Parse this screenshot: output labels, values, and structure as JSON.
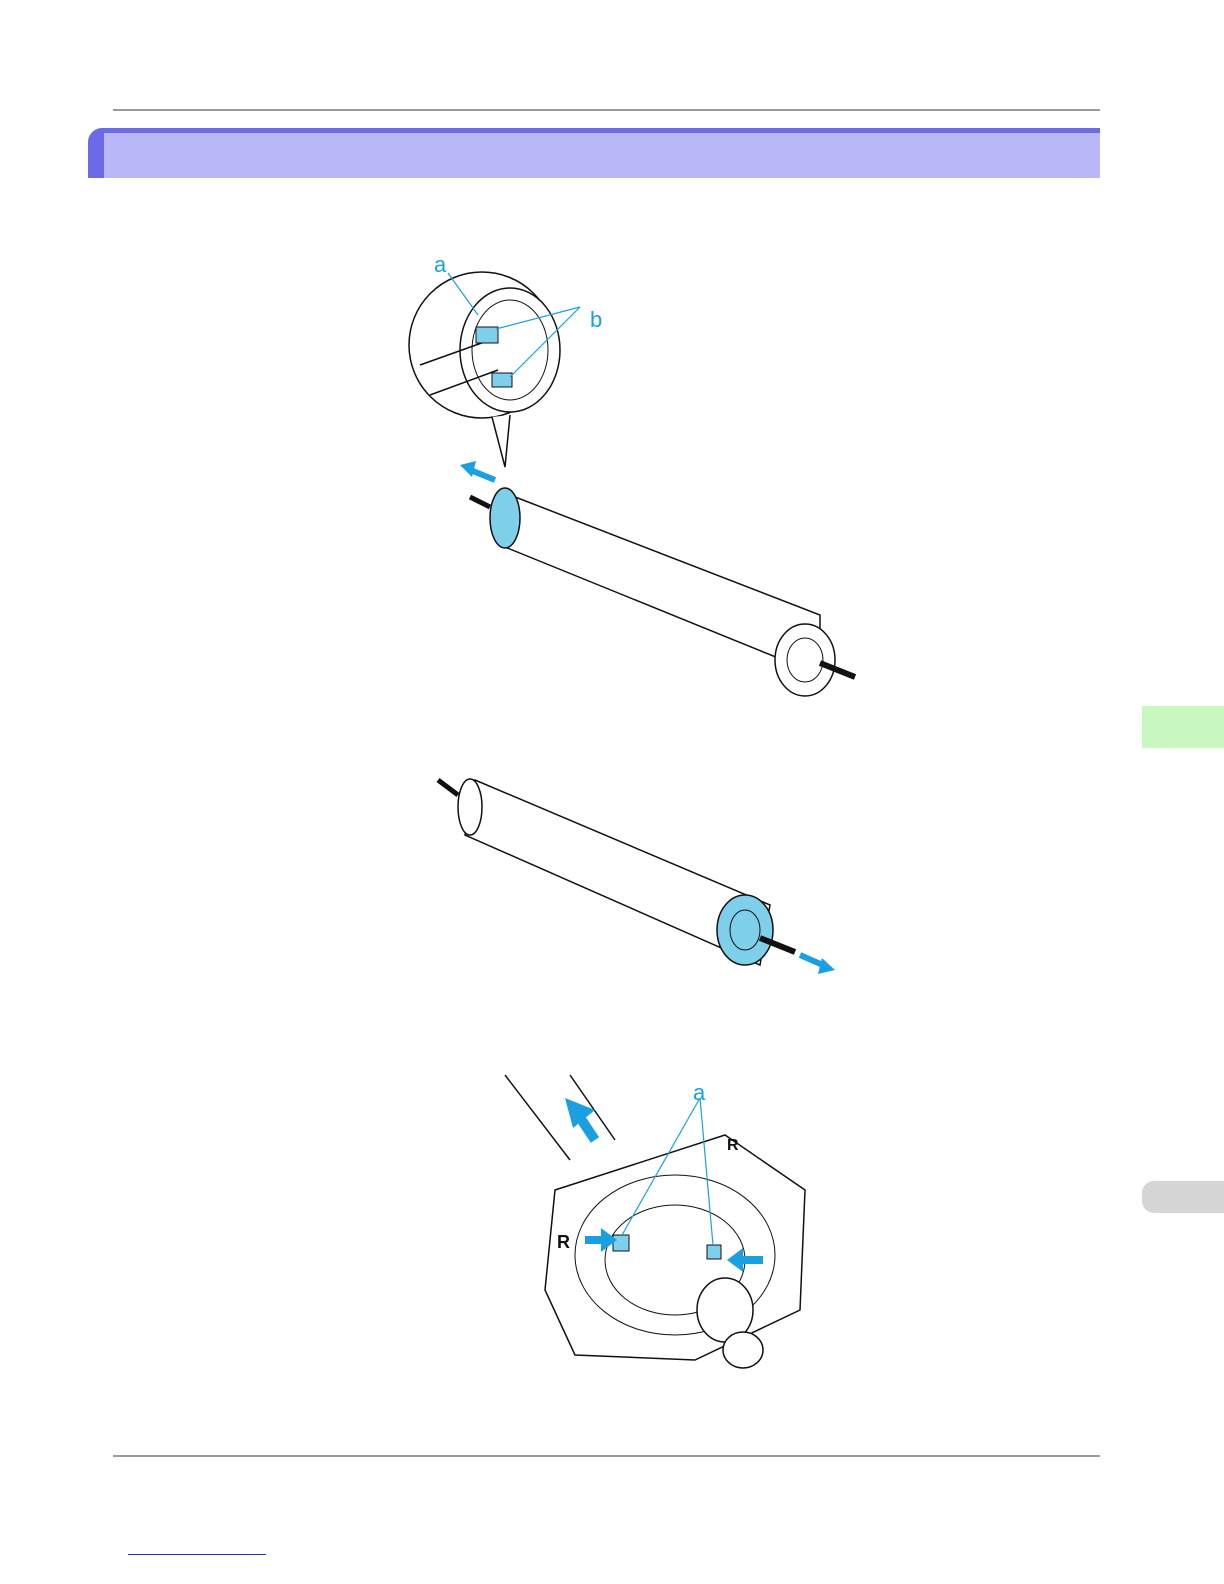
{
  "page": {
    "heading_bar_color": "#b8b8f8",
    "heading_accent_color": "#6b6be8",
    "side_tab_colors": [
      "#c8f7c0",
      "#d6d6d6"
    ]
  },
  "figures": {
    "fig1": {
      "callouts": [
        "a",
        "b"
      ]
    },
    "fig2": {
      "callouts": []
    },
    "fig3": {
      "callouts": [
        "a",
        "R",
        "R"
      ]
    }
  },
  "colors": {
    "highlight": "#7ecfea",
    "arrow": "#1aa0e0",
    "line": "#111111"
  }
}
